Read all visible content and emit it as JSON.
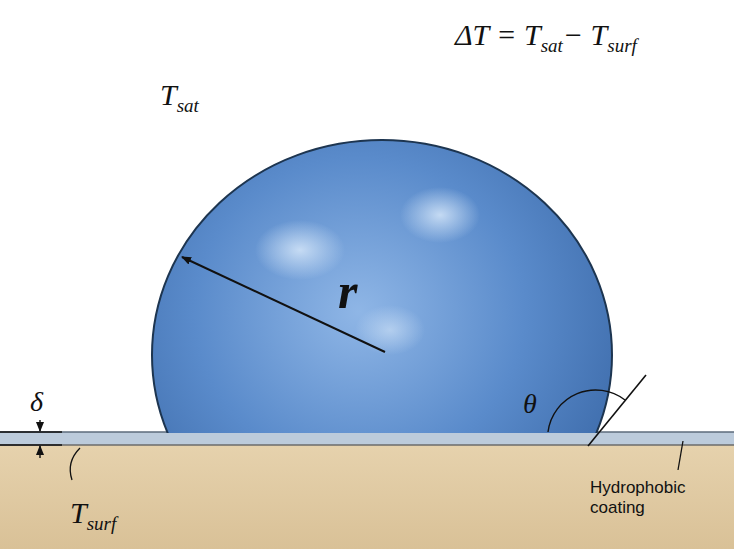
{
  "diagram": {
    "labels": [
      "ΔT = T",
      "sat",
      "− T",
      "surf",
      "T",
      "sat",
      "r",
      "θ",
      "δ",
      "T",
      "surf",
      "Hydrophobic coating"
    ]
  }
}
